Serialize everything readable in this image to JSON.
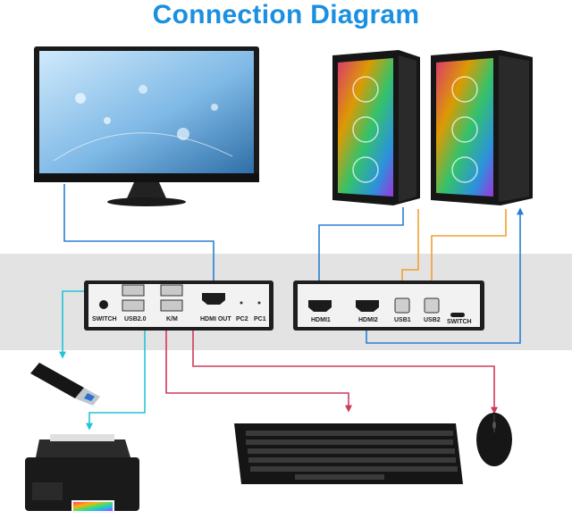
{
  "title": "Connection Diagram",
  "colors": {
    "title": "#1b8fe0",
    "blue_line": "#2a7fd4",
    "orange_line": "#f0a030",
    "cyan_line": "#23c4d8",
    "red_line": "#d03a5a",
    "band": "#e3e3e3"
  },
  "kvm_front": {
    "switch": "SWITCH",
    "usb": "USB2.0",
    "km": "K/M",
    "hdmi_out": "HDMI OUT",
    "pc2": "PC2",
    "pc1": "PC1"
  },
  "kvm_back": {
    "hdmi1": "HDMI1",
    "hdmi2": "HDMI2",
    "usb1": "USB1",
    "usb2": "USB2",
    "switch": "SWITCH"
  }
}
